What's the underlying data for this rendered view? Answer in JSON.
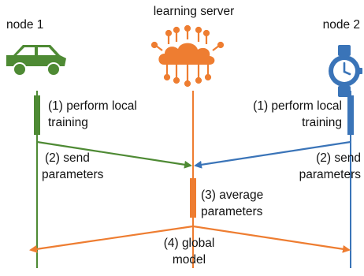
{
  "nodes": {
    "node1": {
      "label": "node 1",
      "icon": "car-icon",
      "color": "#4e8a34"
    },
    "server": {
      "label": "learning server",
      "icon": "cloud-network-icon",
      "color": "#ee7d31"
    },
    "node2": {
      "label": "node 2",
      "icon": "smartwatch-icon",
      "color": "#3a74b8"
    }
  },
  "steps": {
    "local_training_node1": {
      "line1": "(1) perform local",
      "line2": "training"
    },
    "local_training_node2": {
      "line1": "(1) perform local",
      "line2": "training"
    },
    "send_node1": {
      "line1": "(2) send",
      "line2": "parameters"
    },
    "send_node2": {
      "line1": "(2) send",
      "line2": "parameters"
    },
    "average": {
      "line1": "(3) average",
      "line2": "parameters"
    },
    "global": {
      "line1": "(4) global",
      "line2": "model"
    }
  }
}
